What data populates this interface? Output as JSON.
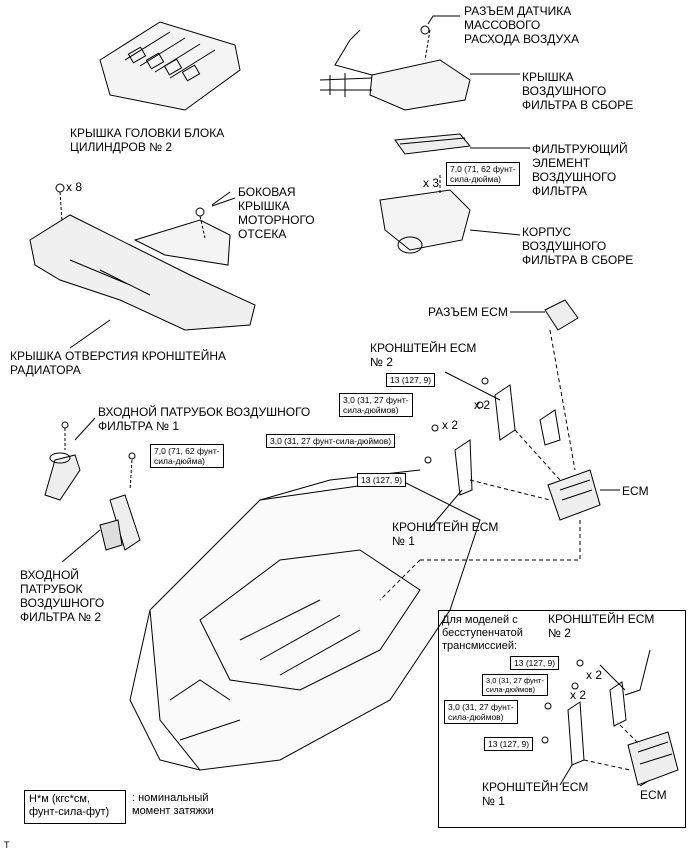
{
  "parts": {
    "cylinder_head_cover": "КРЫШКА ГОЛОВКИ БЛОКА\nЦИЛИНДРОВ № 2",
    "maf_connector": "РАЗЪЕМ ДАТЧИКА\nМАССОВОГО\nРАСХОДА ВОЗДУХА",
    "air_cleaner_cap": "КРЫШКА\nВОЗДУШНОГО\nФИЛЬТРА В СБОРЕ",
    "filter_element": "ФИЛЬТРУЮЩИЙ\nЭЛЕМЕНТ\nВОЗДУШНОГО\nФИЛЬТРА",
    "air_cleaner_case": "КОРПУС\nВОЗДУШНОГО\nФИЛЬТРА В СБОРЕ",
    "side_cover": "БОКОВАЯ\nКРЫШКА\nМОТОРНОГО\nОТСЕКА",
    "radiator_support_cover": "КРЫШКА ОТВЕРСТИЯ КРОНШТЕЙНА\nРАДИАТОРА",
    "ecm_connector": "РАЗЪЕМ ECM",
    "ecm_bracket_2": "КРОНШТЕЙН ECM\n№ 2",
    "inlet_hose_1": "ВХОДНОЙ ПАТРУБОК ВОЗДУШНОГО\nФИЛЬТРА № 1",
    "ecm": "ECM",
    "ecm_bracket_1": "КРОНШТЕЙН ECM\n№ 1",
    "inlet_hose_2": "ВХОДНОЙ\nПАТРУБОК\nВОЗДУШНОГО\nФИЛЬТРА № 2"
  },
  "torques": {
    "filter_bolts": "7,0 (71, 62 фунт-\nсила-дюйма)",
    "inlet_hose_bolt": "7,0 (71, 62 фунт-\nсила-дюйма)",
    "bracket2_nut": "13 (127, 9)",
    "bracket2_bolts": "3,0 (31, 27 фунт-\nсила-дюймов)",
    "bracket1_bolts": "3,0 (31, 27 фунт-сила-дюймов)",
    "bracket1_nut": "13 (127, 9)"
  },
  "multipliers": {
    "x8": "x 8",
    "x3": "x 3",
    "x2a": "x 2",
    "x2b": "x 2"
  },
  "inset": {
    "title": "Для моделей с\nбесступенчатой\nтрансмиссией:",
    "bracket_2": "КРОНШТЕЙН ECM\n№ 2",
    "nut_top": "13 (127, 9)",
    "bolts_a": "3,0 (31, 27 фунт-\nсила-дюймов)",
    "bolts_b": "3,0 (31, 27 фунт-\nсила-дюймов)",
    "nut_bottom": "13 (127, 9)",
    "x2a": "x 2",
    "x2b": "x 2",
    "bracket_1": "КРОНШТЕЙН ECM\n№ 1",
    "ecm": "ECM"
  },
  "legend": {
    "box": "Н*м (кгс*см,\nфунт-сила-фут)",
    "text": ": номинальный\nмомент затяжки"
  },
  "corner_mark": "T"
}
